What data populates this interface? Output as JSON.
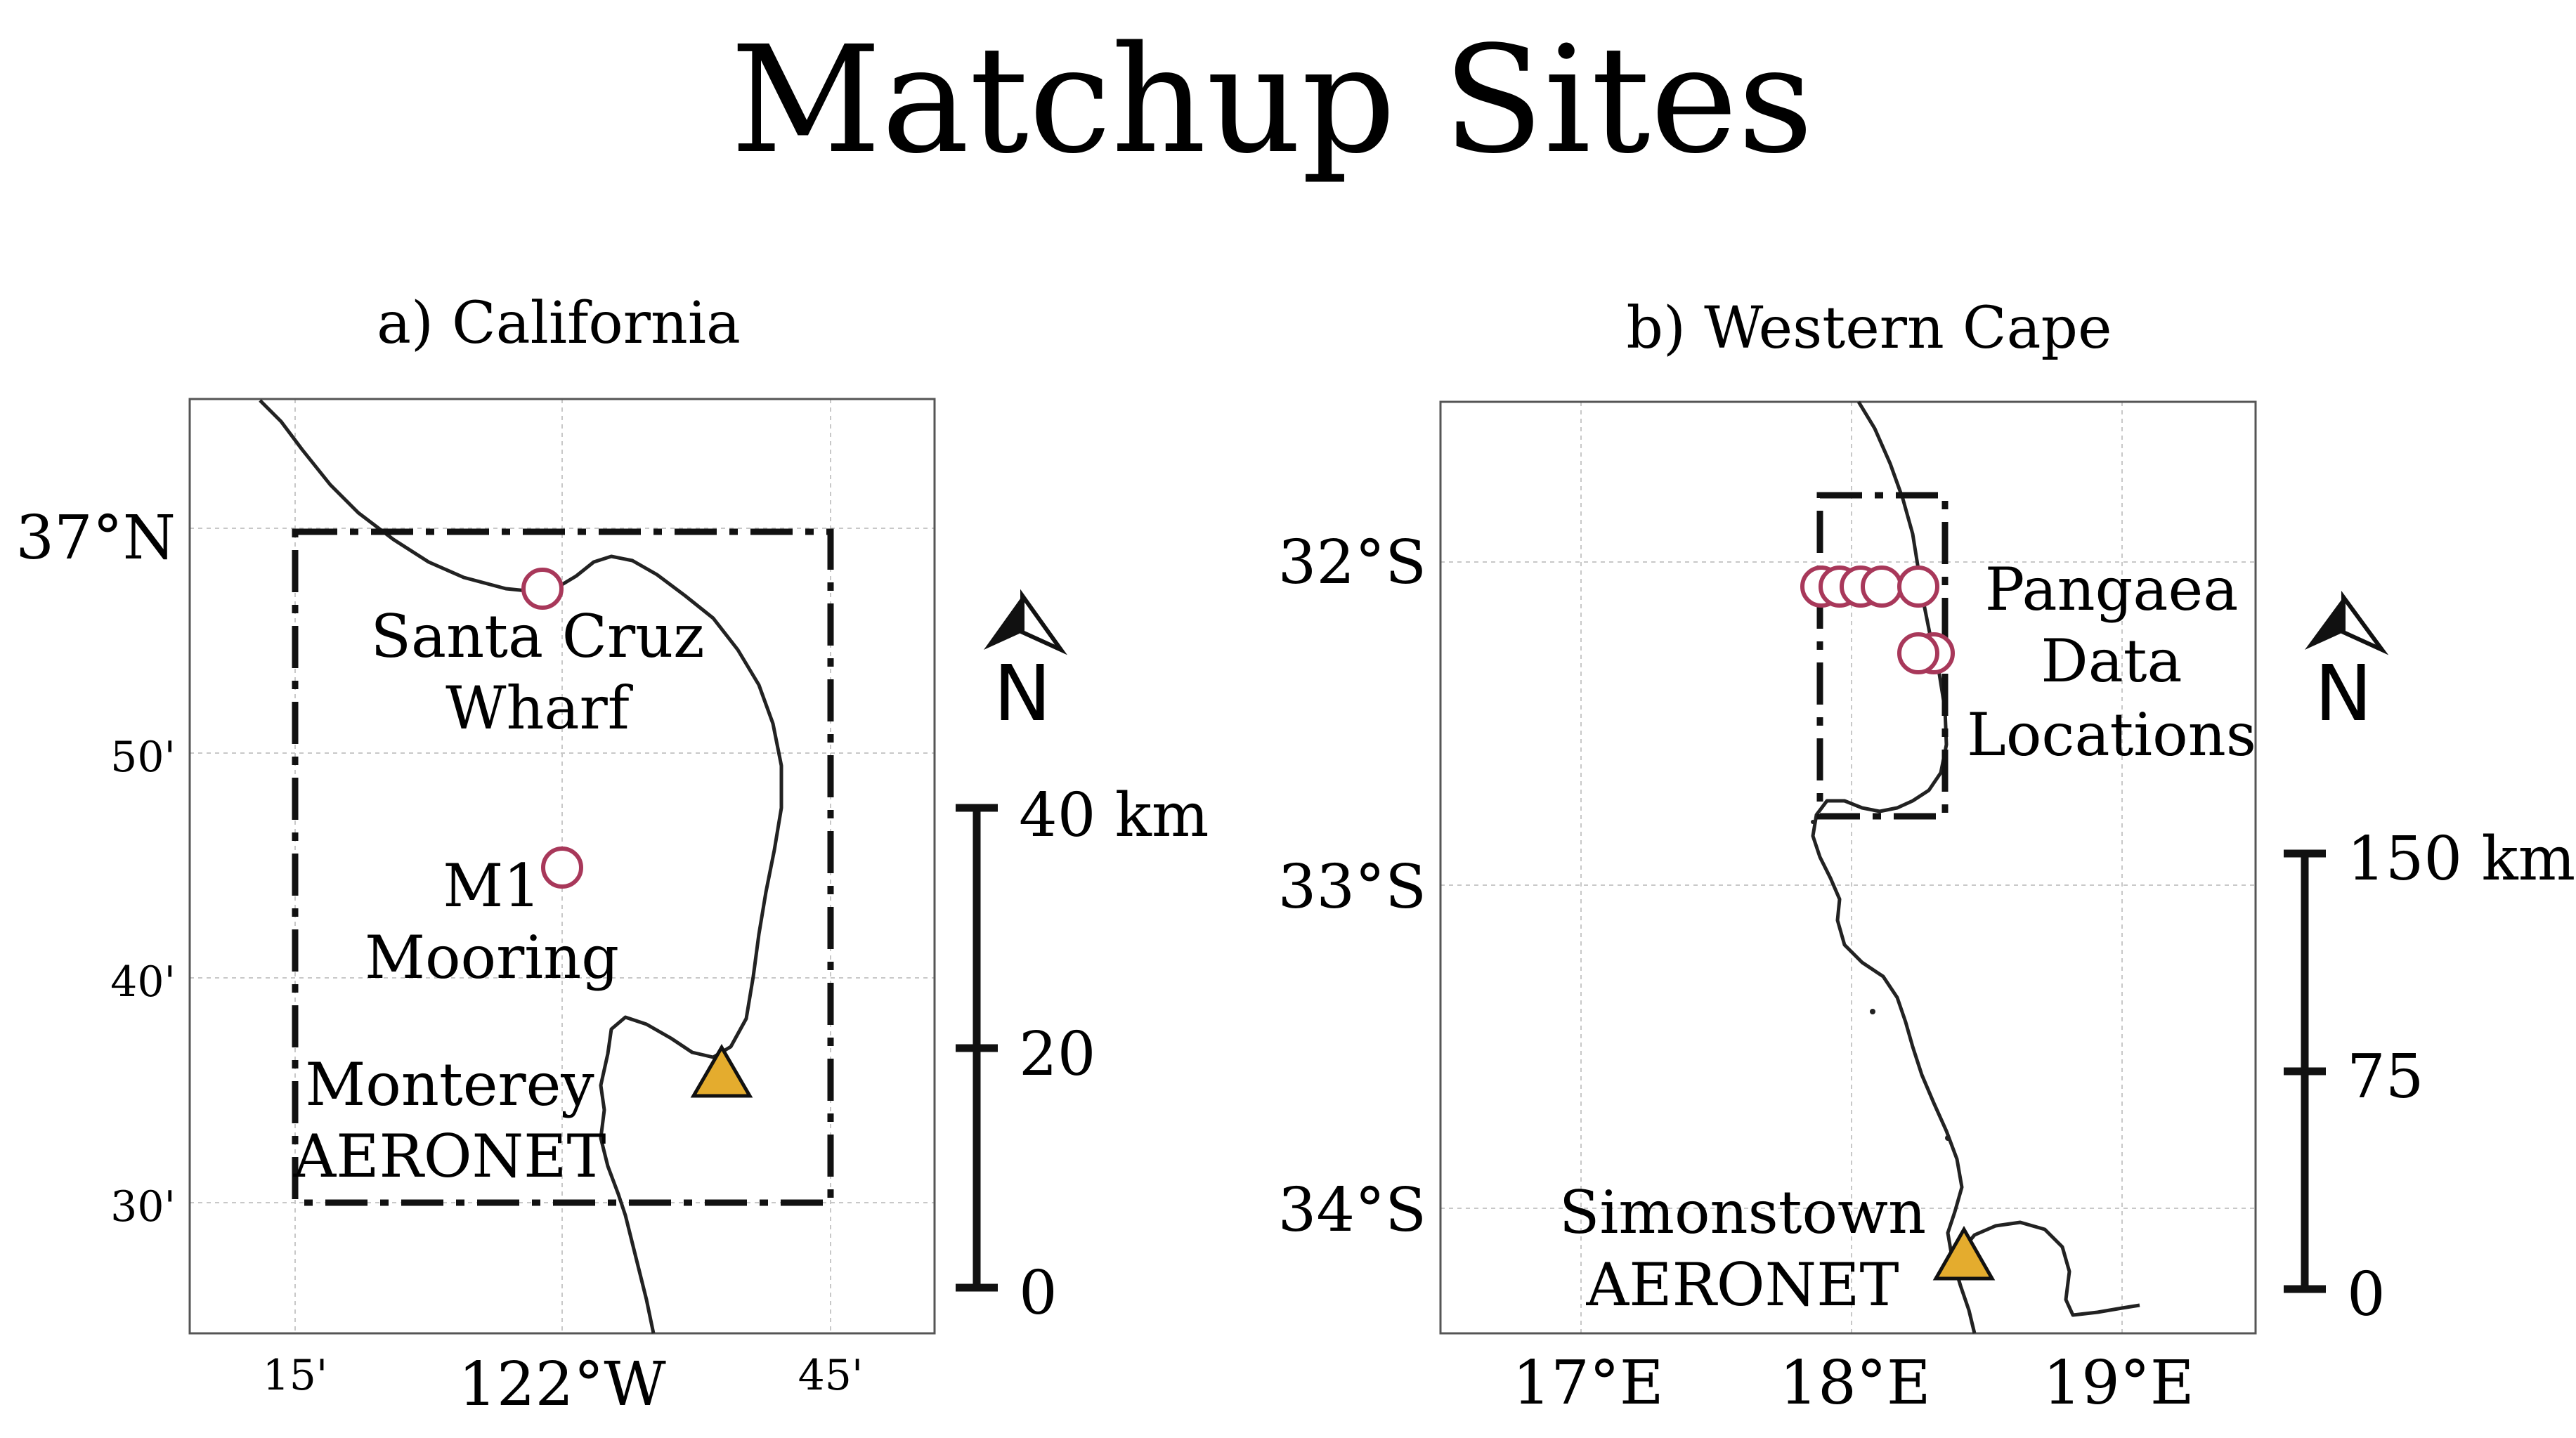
{
  "title": "Matchup Sites",
  "panels": {
    "california": {
      "title": "a) California",
      "lat_labels": [
        "37°N",
        "50'",
        "40'",
        "30'"
      ],
      "lon_labels": [
        "15'",
        "122°W",
        "45'"
      ],
      "sites": [
        {
          "label_line1": "Santa Cruz",
          "label_line2": "Wharf",
          "marker": "circle"
        },
        {
          "label_line1": "M1",
          "label_line2": "Mooring",
          "marker": "circle"
        },
        {
          "label_line1": "Monterey",
          "label_line2": "AERONET",
          "marker": "triangle"
        }
      ],
      "scale": {
        "ticks": [
          "40 km",
          "20",
          "0"
        ]
      },
      "north_label": "N"
    },
    "western_cape": {
      "title": "b) Western Cape",
      "lat_labels": [
        "32°S",
        "33°S",
        "34°S"
      ],
      "lon_labels": [
        "17°E",
        "18°E",
        "19°E"
      ],
      "sites": [
        {
          "label_line1": "Pangaea",
          "label_line2": "Data",
          "label_line3": "Locations",
          "marker": "circle"
        },
        {
          "label_line1": "Simonstown",
          "label_line2": "AERONET",
          "marker": "triangle"
        }
      ],
      "scale": {
        "ticks": [
          "150 km",
          "75",
          "0"
        ]
      },
      "north_label": "N"
    }
  },
  "colors": {
    "circle_marker": "#a8385a",
    "triangle_marker": "#e4ac2e",
    "study_box": "#111111",
    "coastline": "#222222"
  }
}
